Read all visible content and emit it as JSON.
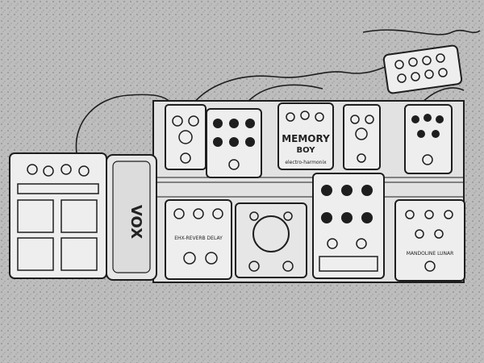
{
  "scene": {
    "floor_color": "#bdbdbd",
    "ink_color": "#1e1e1e",
    "paper_color": "#eeeeee"
  },
  "labels": {
    "wah_brand": "VOX",
    "memory_pedal_name": "MEMORY",
    "memory_pedal_sub": "BOY",
    "memory_pedal_maker": "electro-harmonix",
    "pedal_left_mid_label": "EHX-REVERB DELAY",
    "pedal_right_mid_label": "MANDOLINE LUNAR"
  }
}
